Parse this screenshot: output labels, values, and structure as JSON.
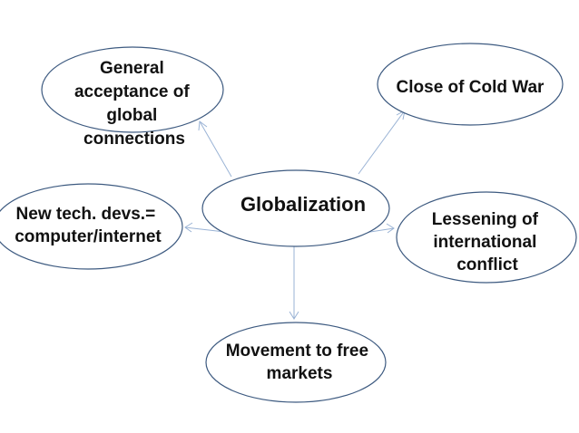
{
  "diagram": {
    "center": {
      "lines": [
        "Globalization"
      ]
    },
    "nodes": {
      "general": {
        "lines": [
          "General",
          "acceptance of",
          "global",
          "connections"
        ]
      },
      "cold_war": {
        "lines": [
          "Close of Cold War"
        ]
      },
      "tech": {
        "lines": [
          "New tech. devs.=",
          "computer/internet"
        ]
      },
      "conflict": {
        "lines": [
          "Lessening of",
          "international",
          "conflict"
        ]
      },
      "markets": {
        "lines": [
          "Movement to free",
          "markets"
        ]
      }
    }
  }
}
